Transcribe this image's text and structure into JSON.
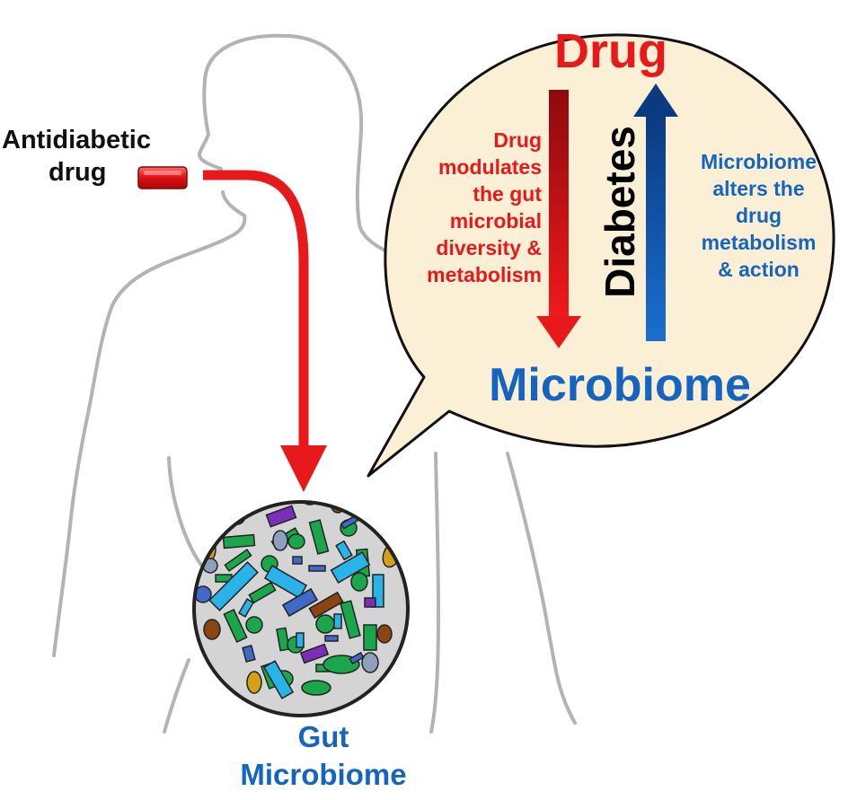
{
  "labels": {
    "antidiabetic_line1": "Antidiabetic",
    "antidiabetic_line2": "drug",
    "drug_title": "Drug",
    "microbiome_title": "Microbiome",
    "diabetes": "Diabetes",
    "red_text": [
      "Drug",
      "modulates",
      "the gut",
      "microbial",
      "diversity &",
      "metabolism"
    ],
    "blue_text": [
      "Microbiome",
      "alters the",
      "drug",
      "metabolism",
      "& action"
    ],
    "gut_line1": "Gut",
    "gut_line2": "Microbiome"
  },
  "colors": {
    "red": "#e8191b",
    "dark_red": "#9c0c0f",
    "blue": "#1565c0",
    "dark_blue": "#0d3f86",
    "bubble_fill": "#fbf0d6",
    "outline_gray": "#b3b3b3",
    "circle_fill": "#d4d4d4",
    "microbe_green": "#1aa64a",
    "microbe_cyan": "#2ab3e8",
    "microbe_purple": "#7b2fb8",
    "microbe_brown": "#8b4513",
    "microbe_gold": "#d4a017",
    "microbe_blue": "#4169c8",
    "microbe_slate": "#8fa0bc"
  },
  "icons": [
    "pill-icon",
    "bacteria-icon"
  ]
}
